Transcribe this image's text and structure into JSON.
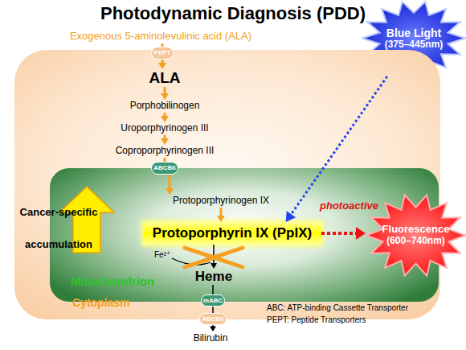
{
  "diagram": {
    "title": "Photodynamic Diagnosis (PDD)",
    "nodes": [
      {
        "text": [
          "Exogenous 5-aminolevulinic acid (ALA)"
        ]
      },
      {
        "text": [
          "Blue Light",
          "(375–445nm)"
        ]
      },
      {
        "text": [
          "Cytoplasm"
        ]
      },
      {
        "text": [
          "PEPT"
        ],
        "in": 2
      },
      {
        "text": [
          "ALA"
        ],
        "in": 2
      },
      {
        "text": [
          "Porphobilinogen"
        ],
        "in": 2
      },
      {
        "text": [
          "Uroporphyrinogen III"
        ],
        "in": 2
      },
      {
        "text": [
          "Coproporphyrinogen III"
        ],
        "in": 2
      },
      {
        "text": [
          "Mitochondrion"
        ],
        "in": 2
      },
      {
        "text": [
          "ABCB6"
        ],
        "in": 8
      },
      {
        "text": [
          "Protoporphyrinogen IX"
        ],
        "in": 8
      },
      {
        "text": [
          "Protoporphyrin IX (PpIX)"
        ],
        "in": 8
      },
      {
        "text": [
          "Fluorescence",
          "(600–740nm)"
        ]
      },
      {
        "text": [
          "Heme"
        ],
        "in": 8
      },
      {
        "text": [
          "mABC"
        ],
        "in": 8
      },
      {
        "text": [
          "ABCB6"
        ],
        "in": 2
      },
      {
        "text": [
          "Bilirubin"
        ]
      }
    ],
    "edges": [
      {
        "from": 0,
        "to": 3,
        "arrow": "none"
      },
      {
        "from": 3,
        "to": 4,
        "arrow": "to"
      },
      {
        "from": 4,
        "to": 5,
        "arrow": "to"
      },
      {
        "from": 5,
        "to": 6,
        "arrow": "to"
      },
      {
        "from": 6,
        "to": 7,
        "arrow": "to"
      },
      {
        "from": 7,
        "to": 9,
        "arrow": "none"
      },
      {
        "from": 9,
        "to": 10,
        "arrow": "to"
      },
      {
        "from": 10,
        "to": 11,
        "arrow": "to"
      },
      {
        "from": 1,
        "to": 11,
        "arrow": "to"
      },
      {
        "from": 11,
        "to": 12,
        "arrow": "to"
      },
      {
        "from": 11,
        "to": 13,
        "arrow": "to"
      },
      {
        "from": 13,
        "to": 14,
        "arrow": "none"
      },
      {
        "from": 14,
        "to": 15,
        "arrow": "none"
      },
      {
        "from": 15,
        "to": 16,
        "arrow": "to"
      }
    ],
    "labels": [
      "photoactive",
      "Cancer-specific accumulation",
      "Fe²⁺",
      "ABC: ATP-binding Cassette Transporter",
      "PEPT: Peptide Transporters"
    ]
  }
}
